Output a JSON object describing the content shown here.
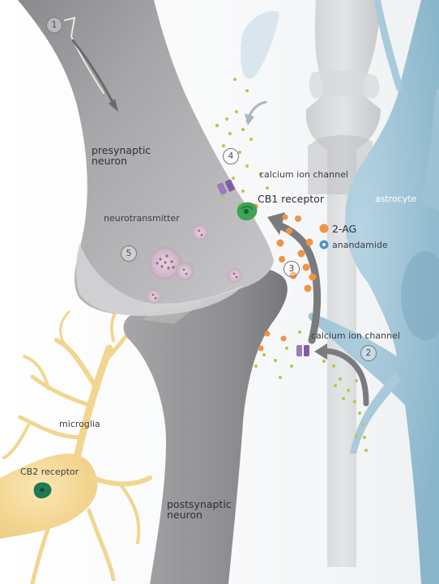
{
  "labels": {
    "presynaptic": "presynaptic neuron",
    "postsynaptic": "postsynaptic neuron",
    "neurotransmitter": "neurotransmitter",
    "microglia": "microglia",
    "cb2": "CB2 receptor",
    "cb1": "CB1 receptor",
    "calcium_top": "calcium ion channel",
    "calcium_bottom": "calcium ion channel",
    "astrocyte": "astrocyte",
    "two_ag": "2-AG",
    "anandamide": "anandamide"
  },
  "steps": [
    "1",
    "2",
    "3",
    "4",
    "5"
  ],
  "colors": {
    "neuron": "#a9a9ab",
    "astrocyte": "#9fc4d6",
    "microglia": "#f4d999",
    "two_ag": "#ee9443",
    "anandamide": "#4a93cc",
    "dots": "#b2c94a",
    "cb1_receptor": "#3ea455",
    "cb2_receptor": "#1e7a55",
    "ion_channel": "#9a7ab9"
  },
  "icons": [
    "arrow-icon",
    "receptor-icon",
    "ion-channel-icon",
    "vesicle-icon"
  ]
}
